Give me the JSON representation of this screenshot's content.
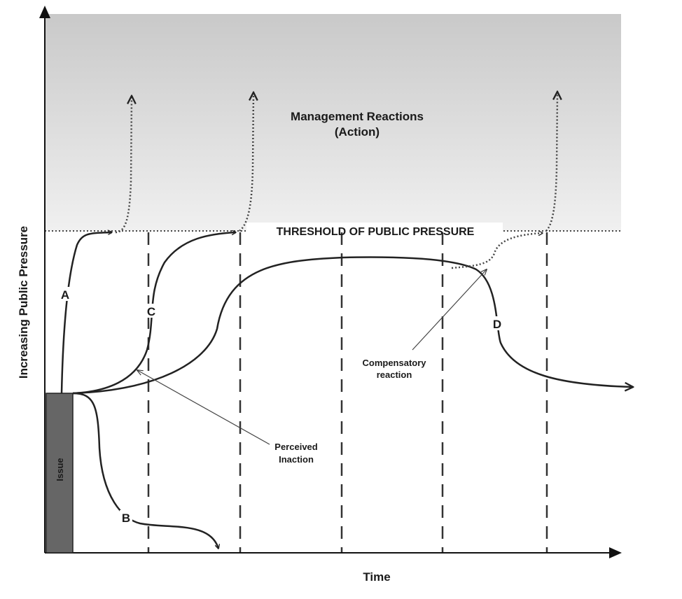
{
  "labels": {
    "management_line1": "Management Reactions",
    "management_line2": "(Action)",
    "threshold": "THRESHOLD OF PUBLIC PRESSURE",
    "y_axis": "Increasing Public Pressure",
    "x_axis": "Time",
    "issue": "Issue",
    "curve_a": "A",
    "curve_b": "B",
    "curve_c": "C",
    "curve_d": "D",
    "perceived_line1": "Perceived",
    "perceived_line2": "Inaction",
    "compensatory_line1": "Compensatory",
    "compensatory_line2": "reaction"
  },
  "colors": {
    "zone_top": "#c9c9c9",
    "zone_bottom": "#f0f0f0",
    "issue_bar": "#666666",
    "ink": "#222222"
  }
}
